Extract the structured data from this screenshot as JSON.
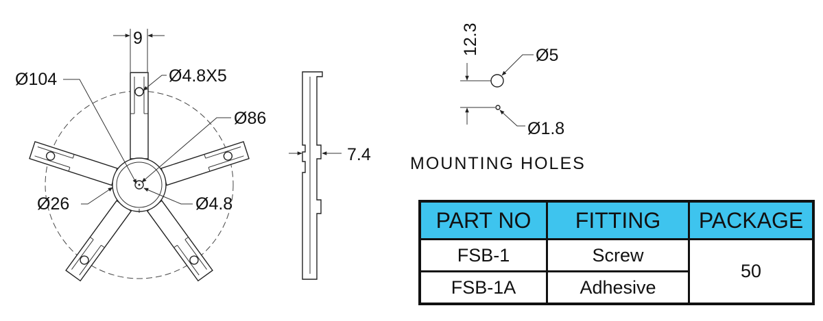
{
  "labels": {
    "slot_width": "9",
    "outer_dia": "Ø104",
    "slot_hole": "Ø4.8X5",
    "inner_dia": "Ø86",
    "hub_dia": "Ø26",
    "center_hole": "Ø4.8",
    "thickness": "7.4",
    "hole_pitch": "12.3",
    "mount_large": "Ø5",
    "mount_small": "Ø1.8",
    "mounting_holes": "MOUNTING HOLES"
  },
  "table": {
    "headers": [
      "PART NO",
      "FITTING",
      "PACKAGE"
    ],
    "rows": [
      {
        "part": "FSB-1",
        "fitting": "Screw"
      },
      {
        "part": "FSB-1A",
        "fitting": "Adhesive"
      }
    ],
    "package": "50",
    "header_color": "#3ec4ee"
  }
}
